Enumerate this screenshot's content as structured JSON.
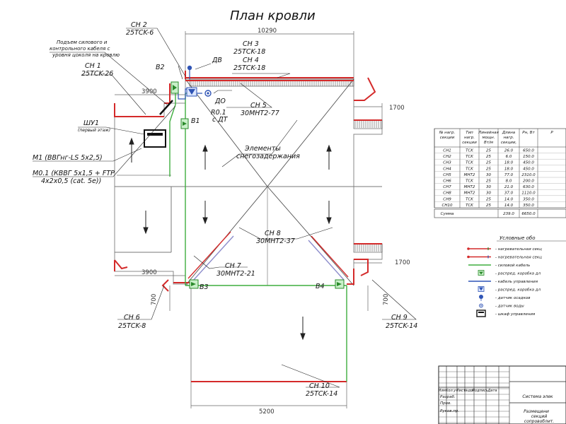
{
  "title": "План кровли",
  "dimensions": {
    "top": "10290",
    "left_upper": "3900",
    "left_lower": "3900",
    "right_upper": "1700",
    "right_lower": "1700",
    "bottom": "5200",
    "left_small": "700",
    "right_small": "700"
  },
  "sections": [
    {
      "id": "CH 1",
      "type": "25TCK-26"
    },
    {
      "id": "CH 2",
      "type": "25TCK-6"
    },
    {
      "id": "CH 3",
      "type": "25TCK-18"
    },
    {
      "id": "CH 4",
      "type": "25TCK-18"
    },
    {
      "id": "CH 5",
      "type": "30MHT2-77"
    },
    {
      "id": "CH 6",
      "type": "25TCK-8"
    },
    {
      "id": "CH 7",
      "type": "30MHT2-21"
    },
    {
      "id": "CH 8",
      "type": "30MHT2-37"
    },
    {
      "id": "CH 9",
      "type": "25TCK-14"
    },
    {
      "id": "CH 10",
      "type": "25TCK-14"
    }
  ],
  "boxes": {
    "b1": "В1",
    "b2": "В2",
    "b3": "В3",
    "b4": "В4"
  },
  "sensors": {
    "dv": "ДВ",
    "do": "ДО",
    "r01": "R0.1",
    "r01_sub": "с ДТ"
  },
  "notes": {
    "cable_rise_1": "Подъем силового и",
    "cable_rise_2": "контрольного кабеля с",
    "cable_rise_3": "уровня цоколя на кровлю",
    "shu1": "ШУ1",
    "shu1_sub": "(первый этаж)",
    "m1": "М1 (ВВГнг-LS 5х2,5)",
    "m01": "М0.1 (КВВГ 5х1,5 + FTP",
    "m01b": "4х2х0,5 (cat. 5e))",
    "snow1": "Элементы",
    "snow2": "снегозадержания"
  },
  "table": {
    "headers": [
      "№ нагр. секции",
      "Тип нагр. секции",
      "Линейная мощн. Вт/м",
      "Длина нагр. секции, м",
      "Рн, Вт",
      "Р"
    ],
    "rows": [
      [
        "CH1",
        "TCK",
        "25",
        "26.0",
        "650.0"
      ],
      [
        "CH2",
        "TCK",
        "25",
        "6.0",
        "150.0"
      ],
      [
        "CH3",
        "TCK",
        "25",
        "18.0",
        "450.0"
      ],
      [
        "CH4",
        "TCK",
        "25",
        "18.0",
        "450.0"
      ],
      [
        "CH5",
        "MHT2",
        "30",
        "77.0",
        "2310.0"
      ],
      [
        "CH6",
        "TCK",
        "25",
        "8.0",
        "200.0"
      ],
      [
        "CH7",
        "MHT2",
        "30",
        "21.0",
        "630.0"
      ],
      [
        "CH8",
        "MHT2",
        "30",
        "37.0",
        "1110.0"
      ],
      [
        "CH9",
        "TCK",
        "25",
        "14.0",
        "350.0"
      ],
      [
        "CH10",
        "TCK",
        "25",
        "14.0",
        "350.0"
      ]
    ],
    "total_label": "Сумма",
    "total_len": "239.0",
    "total_power": "6650.0"
  },
  "legend": {
    "title": "Условные обо",
    "items": [
      "- нагревательная секц",
      "- нагревательная секц",
      "- силовой кабель",
      "- распред. коробка дл",
      "- кабель управления",
      "- распред. коробка дл",
      "- датчик осадков",
      "- датчик воды",
      "- шкаф управления"
    ]
  },
  "stamp": {
    "headers": [
      "Изм.",
      "Кол.уч",
      "Лист",
      "№док",
      "Подпись",
      "Дата"
    ],
    "r1": "Разраб.",
    "r2": "Пров.",
    "r3": "Руков.пр.",
    "name1": "Система элек",
    "name2": "Размещени",
    "name3": "секций",
    "name4": "сопровоблит."
  }
}
